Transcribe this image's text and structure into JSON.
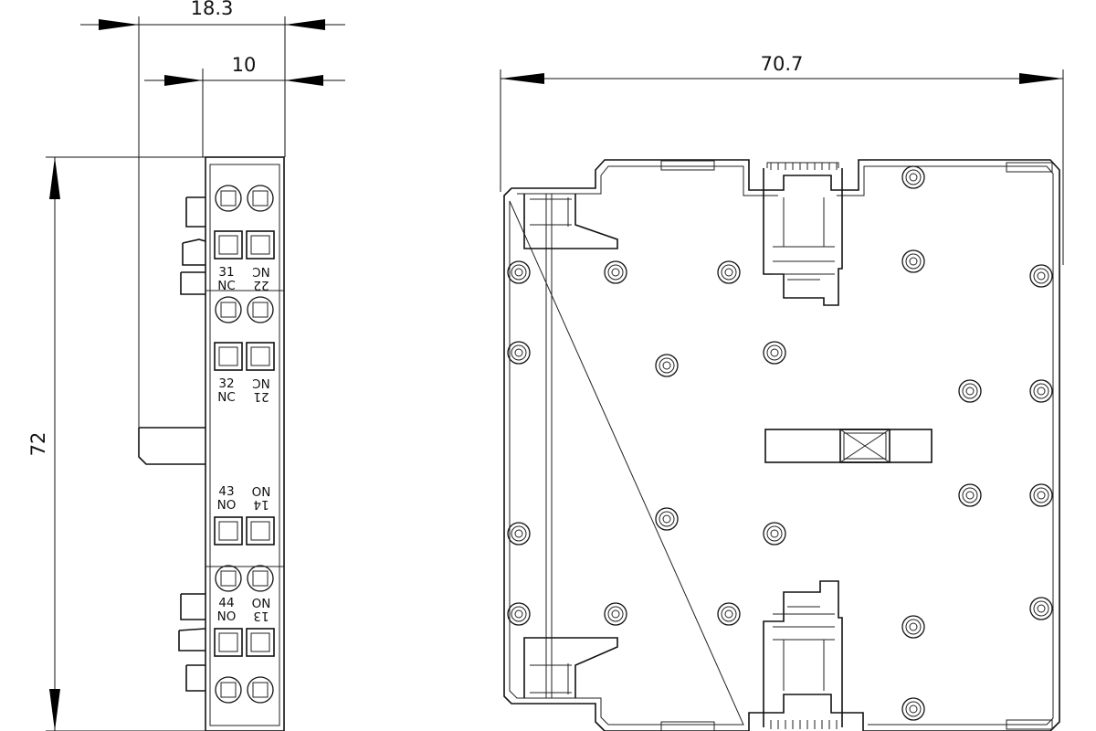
{
  "dimensions": {
    "overall_depth": "18.3",
    "body_depth": "10",
    "height": "72",
    "overall_width": "70.7"
  },
  "terminal_labels": {
    "t31": "31",
    "t31_type": "NC",
    "t22": "22",
    "t22_type": "NC",
    "t32": "32",
    "t32_type": "NC",
    "t21": "21",
    "t21_type": "NC",
    "t43": "43",
    "t43_type": "NO",
    "t14": "14",
    "t14_type": "NO",
    "t44": "44",
    "t44_type": "NO",
    "t13": "13",
    "t13_type": "NO"
  }
}
